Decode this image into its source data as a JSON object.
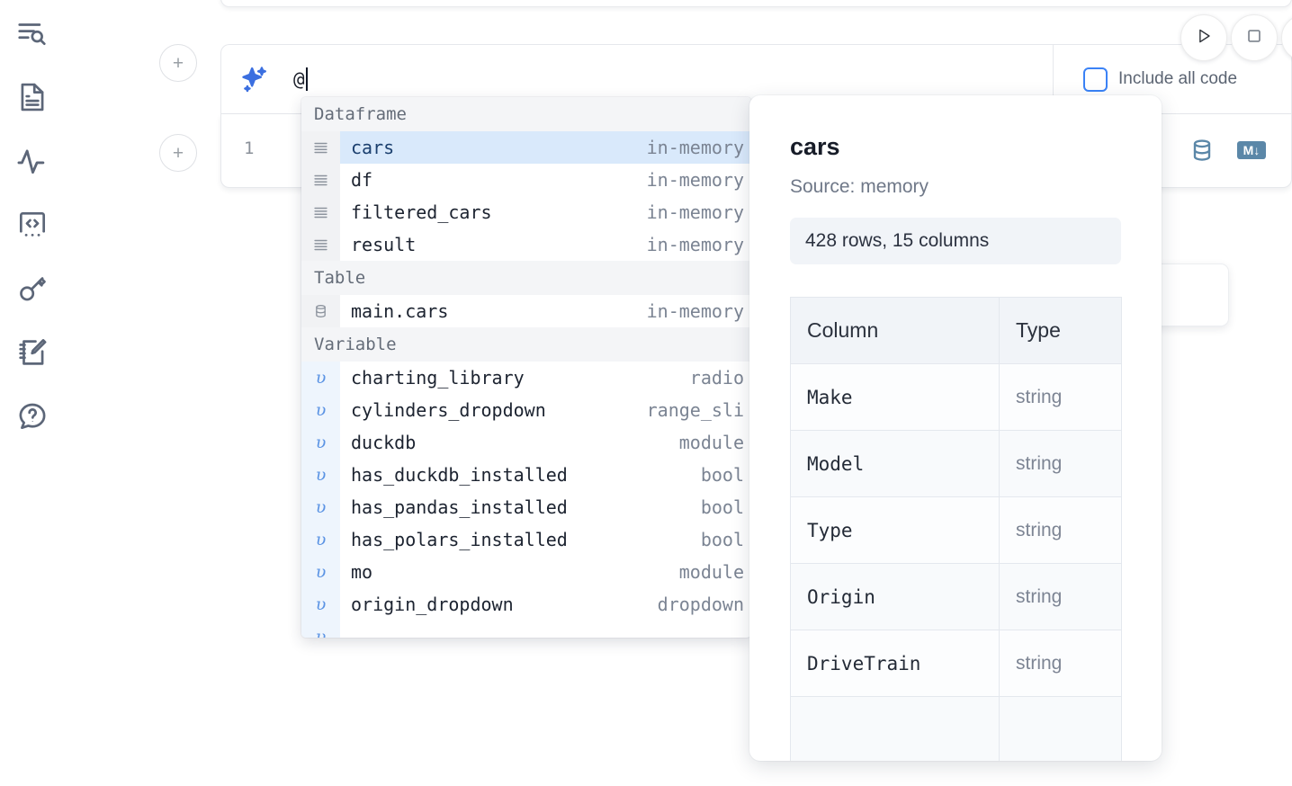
{
  "sidebar": {
    "items": [
      {
        "name": "explore-search-icon",
        "label": "Explore"
      },
      {
        "name": "document-icon",
        "label": "Notebook"
      },
      {
        "name": "activity-pulse-icon",
        "label": "Activity"
      },
      {
        "name": "code-snippet-icon",
        "label": "Snippets"
      },
      {
        "name": "key-icon",
        "label": "Secrets"
      },
      {
        "name": "notebook-edit-icon",
        "label": "Scratchpad"
      },
      {
        "name": "chat-question-icon",
        "label": "Help"
      }
    ]
  },
  "toolbar": {
    "run_label": "Run",
    "stop_label": "Stop",
    "include_all_code_label": "Include all code",
    "include_all_code_checked": false
  },
  "cell": {
    "add_cell_label": "+",
    "line_number": "1",
    "database_icon_label": "SQL cell",
    "markdown_icon_label": "M↓",
    "ai_chip_label": "AI"
  },
  "ai_prompt": {
    "value": "@",
    "sparkle_icon_label": "sparkle-ai-icon"
  },
  "autocomplete": {
    "groups": [
      {
        "label": "Dataframe",
        "icon": "dataframe-icon",
        "kind": "dataframe",
        "items": [
          {
            "name": "cars",
            "type": "in-memory",
            "selected": true
          },
          {
            "name": "df",
            "type": "in-memory",
            "selected": false
          },
          {
            "name": "filtered_cars",
            "type": "in-memory",
            "selected": false
          },
          {
            "name": "result",
            "type": "in-memory",
            "selected": false
          }
        ]
      },
      {
        "label": "Table",
        "icon": "table-database-icon",
        "kind": "table",
        "items": [
          {
            "name": "main.cars",
            "type": "in-memory",
            "selected": false
          }
        ]
      },
      {
        "label": "Variable",
        "icon": "variable-icon",
        "kind": "variable",
        "items": [
          {
            "name": "charting_library",
            "type": "radio",
            "selected": false
          },
          {
            "name": "cylinders_dropdown",
            "type": "range_sli",
            "selected": false
          },
          {
            "name": "duckdb",
            "type": "module",
            "selected": false
          },
          {
            "name": "has_duckdb_installed",
            "type": "bool",
            "selected": false
          },
          {
            "name": "has_pandas_installed",
            "type": "bool",
            "selected": false
          },
          {
            "name": "has_polars_installed",
            "type": "bool",
            "selected": false
          },
          {
            "name": "mo",
            "type": "module",
            "selected": false
          },
          {
            "name": "origin_dropdown",
            "type": "dropdown",
            "selected": false
          },
          {
            "name": "",
            "type": "",
            "selected": false
          }
        ]
      }
    ]
  },
  "detail": {
    "title": "cars",
    "source": "Source: memory",
    "stats": "428 rows, 15 columns",
    "columns_header": {
      "column": "Column",
      "type": "Type"
    },
    "rows": [
      {
        "column": "Make",
        "type": "string"
      },
      {
        "column": "Model",
        "type": "string"
      },
      {
        "column": "Type",
        "type": "string"
      },
      {
        "column": "Origin",
        "type": "string"
      },
      {
        "column": "DriveTrain",
        "type": "string"
      },
      {
        "column": "",
        "type": ""
      }
    ]
  },
  "colors": {
    "accent_blue": "#3b82f6",
    "selected_row": "#d9e9fb",
    "group_header_bg": "#f4f5f7",
    "icon_steel": "#5b87a8",
    "rail_icon": "#5c6678"
  }
}
